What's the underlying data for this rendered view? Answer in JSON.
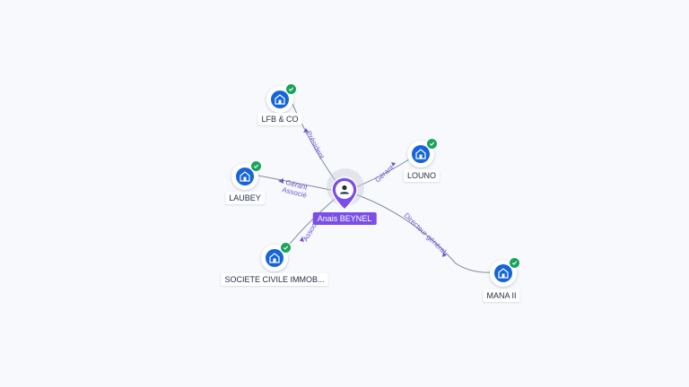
{
  "person": {
    "name": "Anais BEYNEL",
    "icon": "person-icon",
    "color": "#7a4ee8"
  },
  "companies": [
    {
      "id": "lfb",
      "label": "LFB & CO",
      "icon": "building-icon",
      "verified": true
    },
    {
      "id": "laubey",
      "label": "LAUBEY",
      "icon": "building-icon",
      "verified": true
    },
    {
      "id": "sci",
      "label": "SOCIETE CIVILE IMMOB...",
      "icon": "building-icon",
      "verified": true
    },
    {
      "id": "louno",
      "label": "LOUNO",
      "icon": "building-icon",
      "verified": true
    },
    {
      "id": "mana",
      "label": "MANA II",
      "icon": "building-icon",
      "verified": true
    }
  ],
  "relations": [
    {
      "target": "lfb",
      "roles": [
        "Président"
      ]
    },
    {
      "target": "laubey",
      "roles": [
        "Gérant",
        "Associé"
      ]
    },
    {
      "target": "sci",
      "roles": [
        "Associé"
      ]
    },
    {
      "target": "louno",
      "roles": [
        "Gérant"
      ]
    },
    {
      "target": "mana",
      "roles": [
        "Directeur général"
      ]
    }
  ],
  "colors": {
    "node": "#1565d8",
    "verified": "#1aa35b",
    "edge": "#7d8ca3",
    "edge_label": "#6b57d6"
  }
}
